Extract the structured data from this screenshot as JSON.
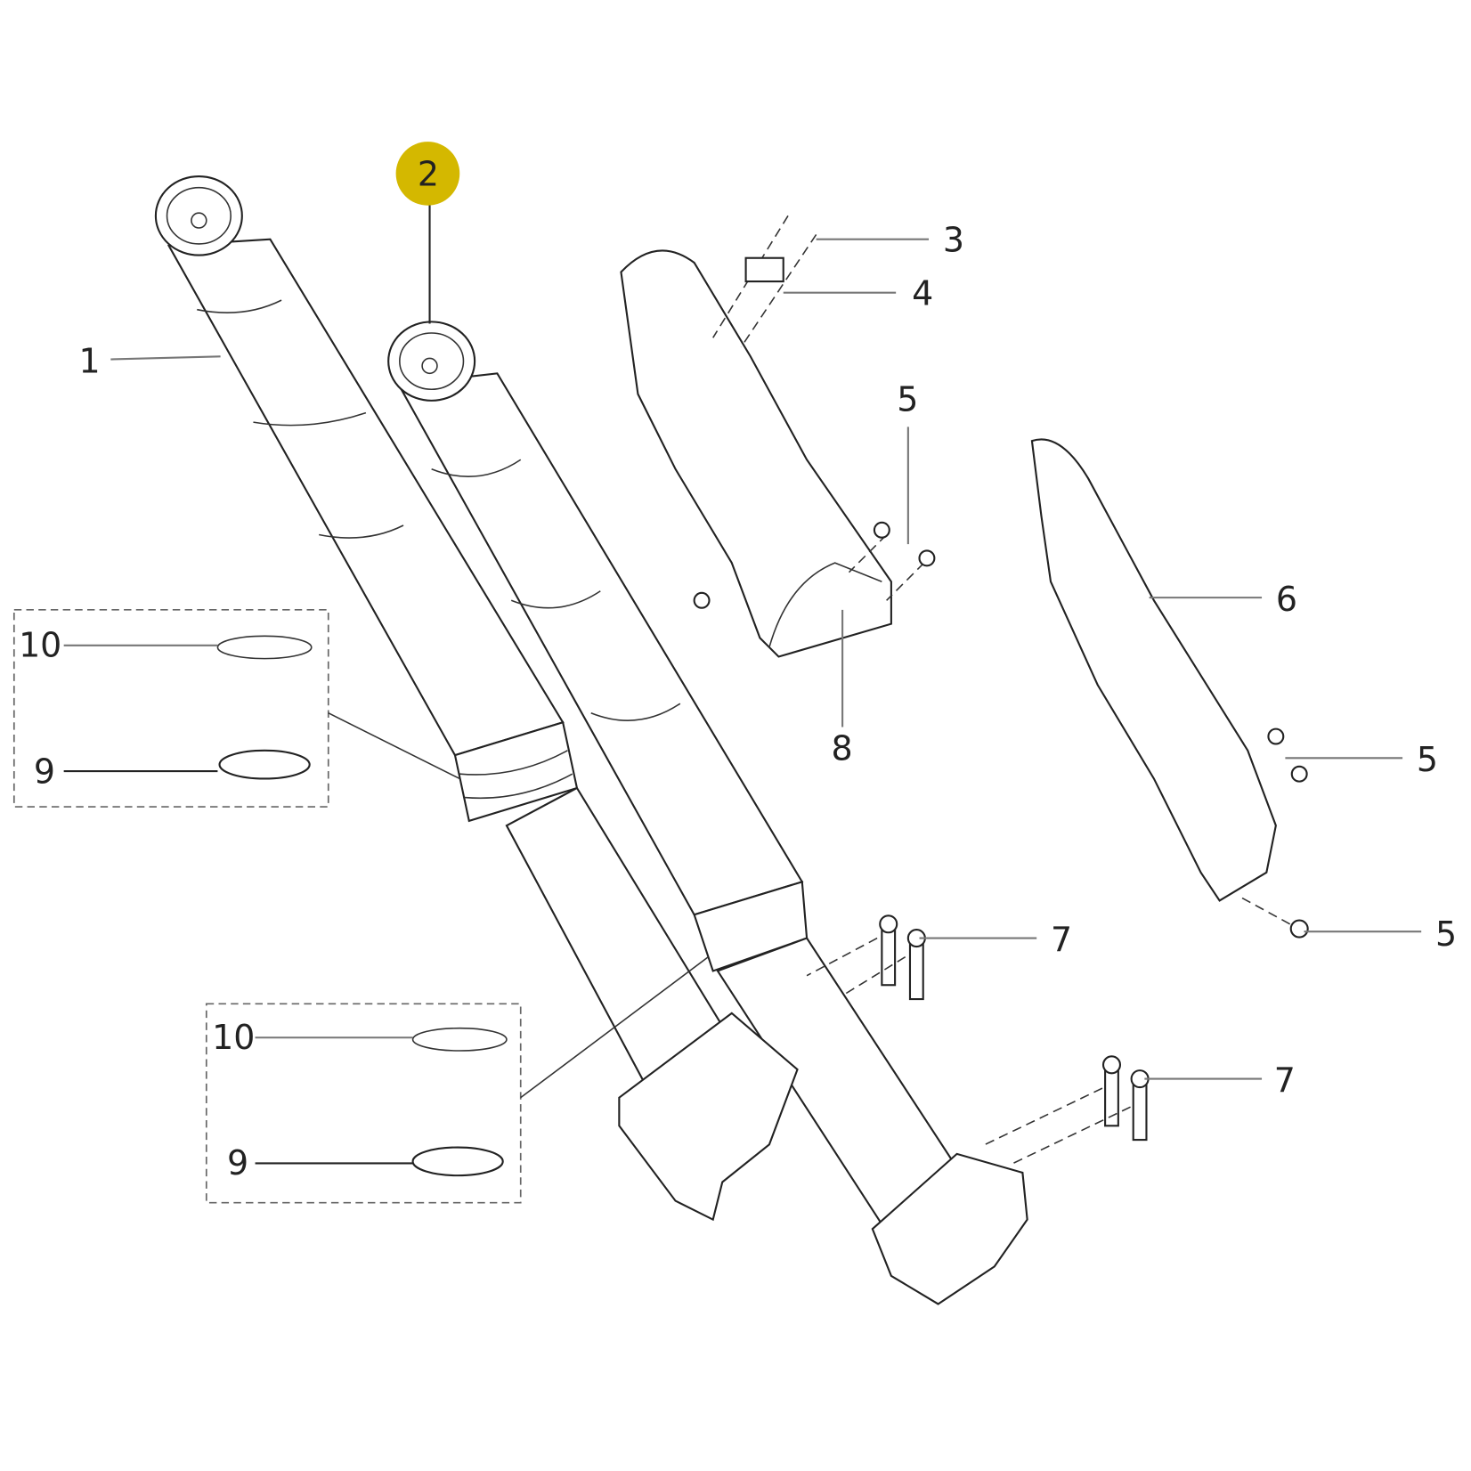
{
  "diagram": {
    "highlight_color": "#d4b800",
    "callouts": [
      {
        "id": "1",
        "label": "1"
      },
      {
        "id": "2",
        "label": "2",
        "highlighted": true
      },
      {
        "id": "3",
        "label": "3"
      },
      {
        "id": "4",
        "label": "4"
      },
      {
        "id": "5a",
        "label": "5"
      },
      {
        "id": "5b",
        "label": "5"
      },
      {
        "id": "5c",
        "label": "5"
      },
      {
        "id": "6",
        "label": "6"
      },
      {
        "id": "7a",
        "label": "7"
      },
      {
        "id": "7b",
        "label": "7"
      },
      {
        "id": "8",
        "label": "8"
      },
      {
        "id": "10a",
        "label": "10"
      },
      {
        "id": "9a",
        "label": "9"
      },
      {
        "id": "10b",
        "label": "10"
      },
      {
        "id": "9b",
        "label": "9"
      }
    ]
  }
}
